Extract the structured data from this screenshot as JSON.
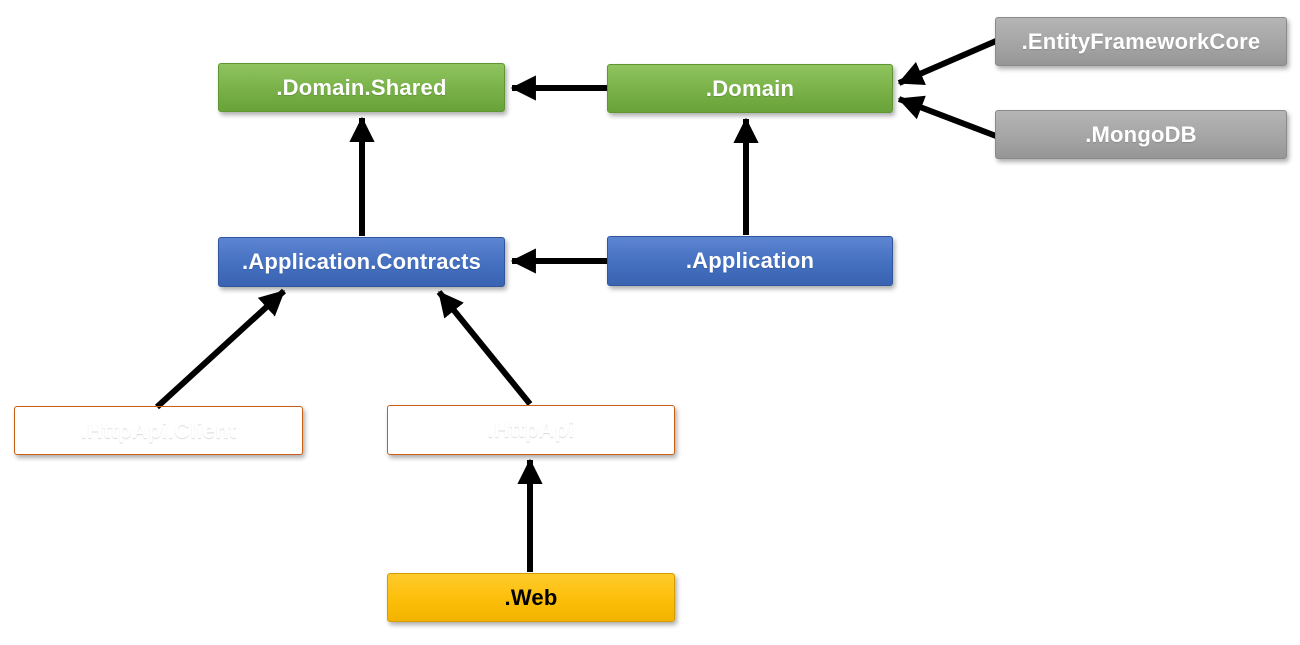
{
  "diagram": {
    "type": "dependency-diagram",
    "colors": {
      "green": "#79b148",
      "blue": "#4472c4",
      "orange": "#ed7d31",
      "yellow": "#ffc000",
      "gray": "#a5a5a5",
      "arrow": "#000000",
      "background": "#ffffff"
    },
    "nodes": [
      {
        "id": "domain-shared",
        "label": ".Domain.Shared",
        "color": "green"
      },
      {
        "id": "domain",
        "label": ".Domain",
        "color": "green"
      },
      {
        "id": "efcore",
        "label": ".EntityFrameworkCore",
        "color": "gray"
      },
      {
        "id": "mongodb",
        "label": ".MongoDB",
        "color": "gray"
      },
      {
        "id": "app-contracts",
        "label": ".Application.Contracts",
        "color": "blue"
      },
      {
        "id": "application",
        "label": ".Application",
        "color": "blue"
      },
      {
        "id": "httpapi-client",
        "label": ".HttpApi.Client",
        "color": "orange"
      },
      {
        "id": "httpapi",
        "label": ".HttpApi",
        "color": "orange"
      },
      {
        "id": "web",
        "label": ".Web",
        "color": "yellow"
      }
    ],
    "edges": [
      {
        "from": ".Domain",
        "to": ".Domain.Shared"
      },
      {
        "from": ".EntityFrameworkCore",
        "to": ".Domain"
      },
      {
        "from": ".MongoDB",
        "to": ".Domain"
      },
      {
        "from": ".Application.Contracts",
        "to": ".Domain.Shared"
      },
      {
        "from": ".Application",
        "to": ".Domain"
      },
      {
        "from": ".Application",
        "to": ".Application.Contracts"
      },
      {
        "from": ".HttpApi.Client",
        "to": ".Application.Contracts"
      },
      {
        "from": ".HttpApi",
        "to": ".Application.Contracts"
      },
      {
        "from": ".Web",
        "to": ".HttpApi"
      }
    ]
  }
}
